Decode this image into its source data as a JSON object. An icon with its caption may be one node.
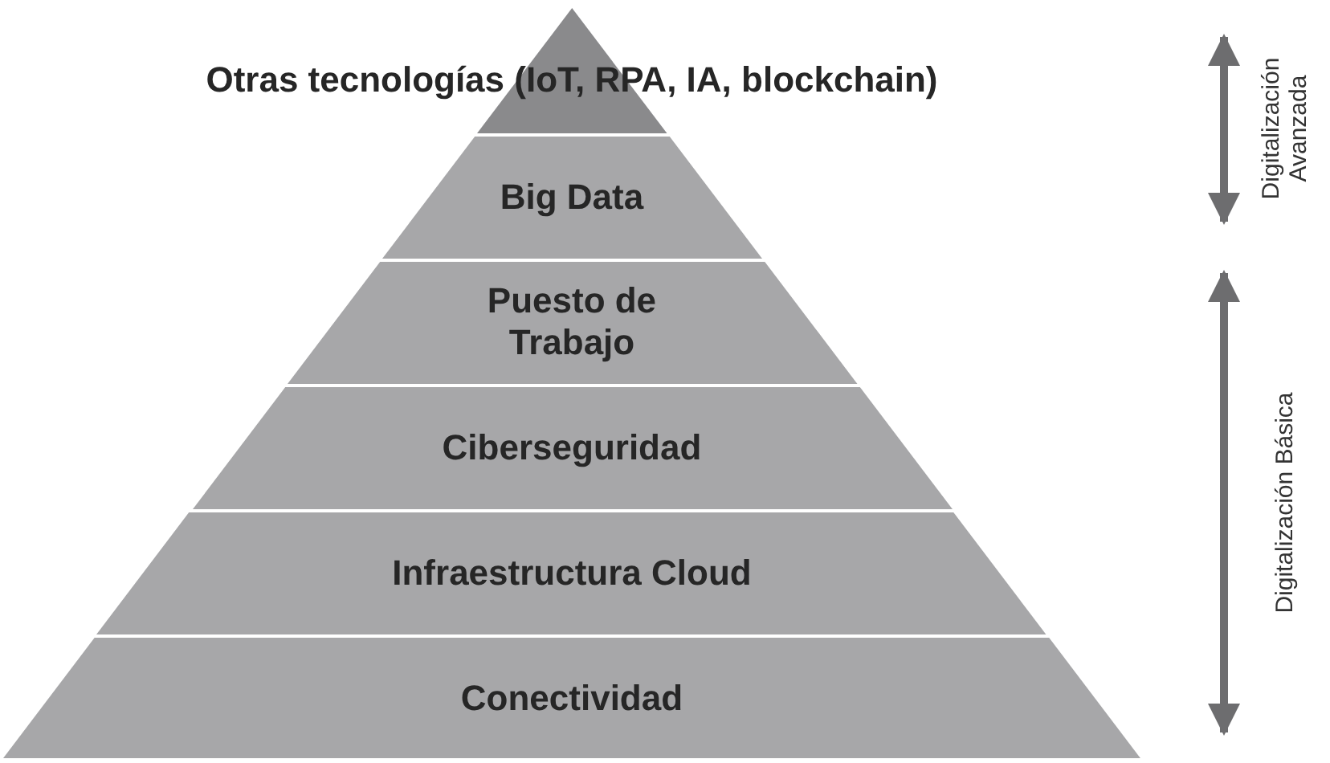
{
  "diagram": {
    "nodes": [
      {
        "text": [
          "Otras tecnologías (IoT, RPA, IA, blockchain)"
        ]
      },
      {
        "text": [
          "Big Data"
        ]
      },
      {
        "text": [
          "Puesto de Trabajo"
        ]
      },
      {
        "text": [
          "Ciberseguridad"
        ]
      },
      {
        "text": [
          "Infraestructura Cloud"
        ]
      },
      {
        "text": [
          "Conectividad"
        ]
      }
    ],
    "labels": [
      "Digitalización Avanzada",
      "Digitalización Básica"
    ]
  }
}
